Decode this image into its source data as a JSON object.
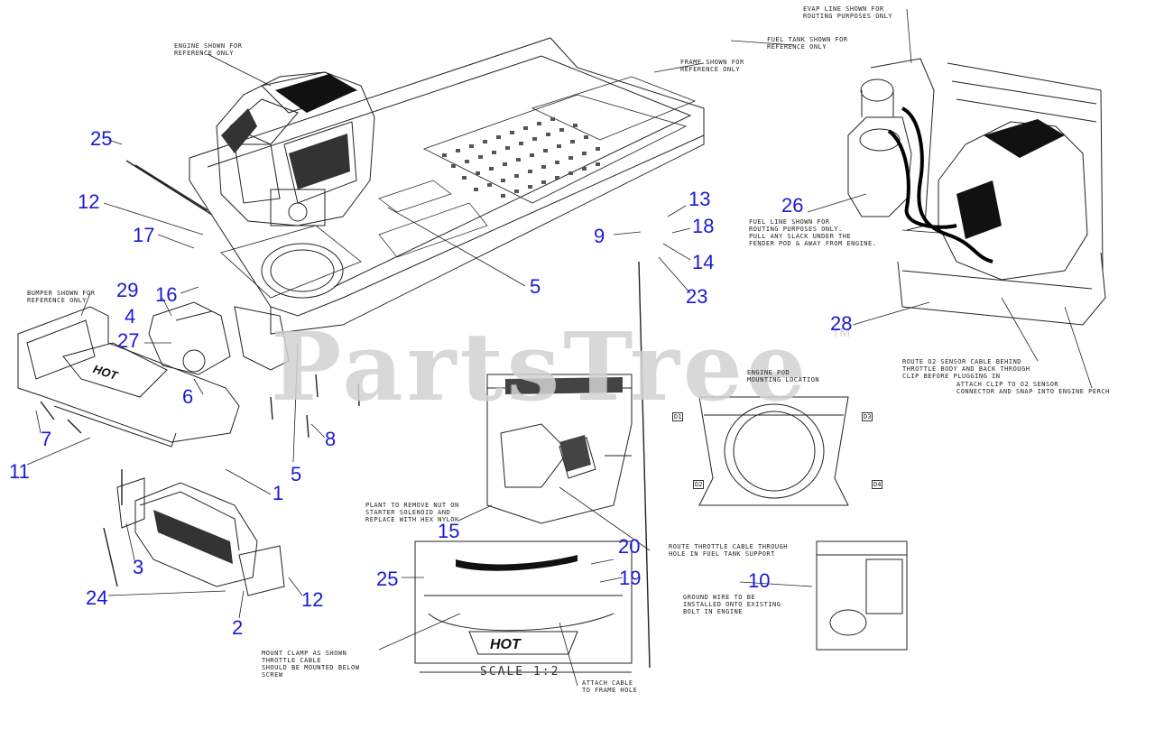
{
  "watermark": "PartsTree",
  "watermark_mark": "TM",
  "callouts": [
    {
      "id": "c25a",
      "label": "25"
    },
    {
      "id": "c12a",
      "label": "12"
    },
    {
      "id": "c17",
      "label": "17"
    },
    {
      "id": "c29",
      "label": "29"
    },
    {
      "id": "c16",
      "label": "16"
    },
    {
      "id": "c4",
      "label": "4"
    },
    {
      "id": "c27",
      "label": "27"
    },
    {
      "id": "c6",
      "label": "6"
    },
    {
      "id": "c7",
      "label": "7"
    },
    {
      "id": "c11",
      "label": "11"
    },
    {
      "id": "c5a",
      "label": "5"
    },
    {
      "id": "c5b",
      "label": "5"
    },
    {
      "id": "c8",
      "label": "8"
    },
    {
      "id": "c1",
      "label": "1"
    },
    {
      "id": "c3",
      "label": "3"
    },
    {
      "id": "c24",
      "label": "24"
    },
    {
      "id": "c2",
      "label": "2"
    },
    {
      "id": "c12b",
      "label": "12"
    },
    {
      "id": "c13",
      "label": "13"
    },
    {
      "id": "c9",
      "label": "9"
    },
    {
      "id": "c18",
      "label": "18"
    },
    {
      "id": "c14",
      "label": "14"
    },
    {
      "id": "c23",
      "label": "23"
    },
    {
      "id": "c26",
      "label": "26"
    },
    {
      "id": "c28",
      "label": "28"
    },
    {
      "id": "c15",
      "label": "15"
    },
    {
      "id": "c20",
      "label": "20"
    },
    {
      "id": "c25b",
      "label": "25"
    },
    {
      "id": "c19",
      "label": "19"
    },
    {
      "id": "c10",
      "label": "10"
    }
  ],
  "notes": {
    "engine_ref": "ENGINE SHOWN FOR\nREFERENCE ONLY",
    "frame_ref": "FRAME SHOWN FOR\nREFERENCE ONLY",
    "bumper_ref": "BUMPER SHOWN FOR\nREFERENCE ONLY",
    "fuel_tank_ref": "FUEL TANK SHOWN FOR\nREFERENCE ONLY",
    "evap_line_ref": "EVAP LINE SHOWN FOR\nROUTING PURPOSES ONLY",
    "fuel_line": "FUEL LINE SHOWN FOR\nROUTING PURPOSES ONLY.\nPULL ANY SLACK UNDER THE\nFENDER POD & AWAY FROM ENGINE.",
    "o2_sensor": "ROUTE O2 SENSOR CABLE BEHIND\nTHROTTLE BODY AND BACK THROUGH\nCLIP BEFORE PLUGGING IN",
    "o2_attach": "ATTACH CLIP TO O2 SENSOR\nCONNECTOR AND SNAP INTO ENGINE PERCH",
    "engine_pod": "ENGINE POD\nMOUNTING LOCATION",
    "plant_nut": "PLANT TO REMOVE NUT ON\nSTARTER SOLENOID AND\nREPLACE WITH HEX NYLOK",
    "route_throttle": "ROUTE THROTTLE CABLE THROUGH\nHOLE IN FUEL TANK SUPPORT",
    "ground_wire": "GROUND WIRE TO BE\nINSTALLED ONTO EXISTING\nBOLT IN ENGINE",
    "mount_clamp": "MOUNT CLAMP AS SHOWN\nTHROTTLE CABLE\nSHOULD BE MOUNTED BELOW\nSCREW",
    "attach_cable": "ATTACH CABLE\nTO FRAME HOLE",
    "scale": "SCALE 1:2"
  },
  "pod_tags": [
    "D1",
    "D2",
    "D3",
    "D4"
  ],
  "logo_text": "HOT",
  "colors": {
    "callout": "#1a1ad4",
    "line": "#222222",
    "watermark": "#d2d2d2"
  }
}
